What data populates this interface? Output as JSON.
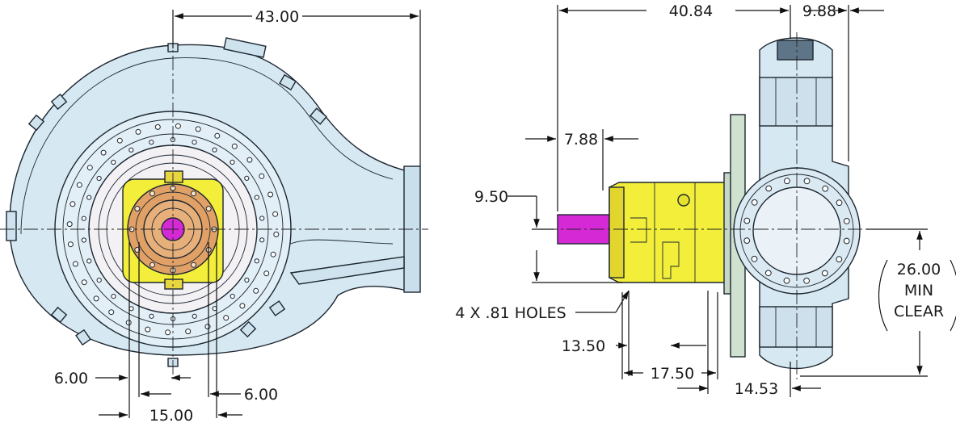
{
  "dimensions": {
    "overall_width": "43.00",
    "shaft_to_face": "40.84",
    "discharge_offset": "9.88",
    "shaft_extension": "7.88",
    "shaft_height": "9.50",
    "holes_note": "4 X .81 HOLES",
    "foot_spacing_a": "13.50",
    "foot_spacing_b": "17.50",
    "base_offset": "14.53",
    "left_offset_a": "6.00",
    "left_offset_b": "6.00",
    "bolt_span": "15.00",
    "clearance_value": "26.00",
    "clearance_line1": "MIN",
    "clearance_line2": "CLEAR"
  },
  "colors": {
    "casing": "#d6e8f2",
    "casing_edge": "#1c2630",
    "bearing_housing": "#f2ee3a",
    "coupling": "#e0a066",
    "shaft": "#d629d6"
  }
}
